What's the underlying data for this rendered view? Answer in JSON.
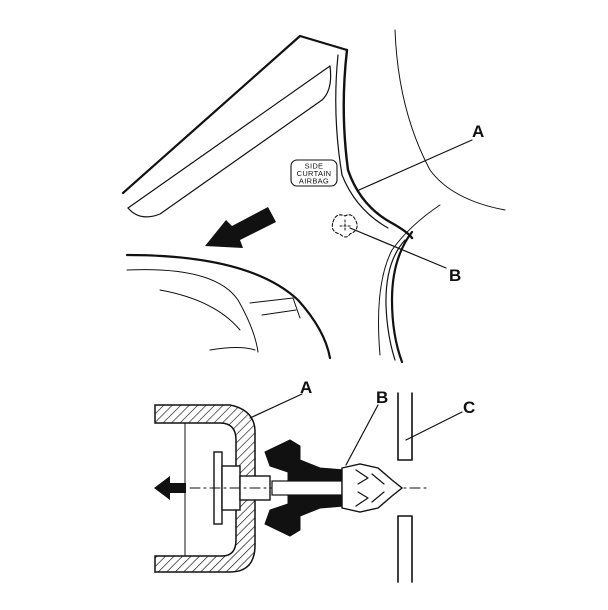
{
  "top_view": {
    "callouts": {
      "a": "A",
      "b": "B"
    },
    "badge": {
      "line1": "SIDE",
      "line2": "CURTAIN",
      "line3": "AIRBAG"
    }
  },
  "bottom_view": {
    "callouts": {
      "a": "A",
      "b": "B",
      "c": "C"
    }
  }
}
